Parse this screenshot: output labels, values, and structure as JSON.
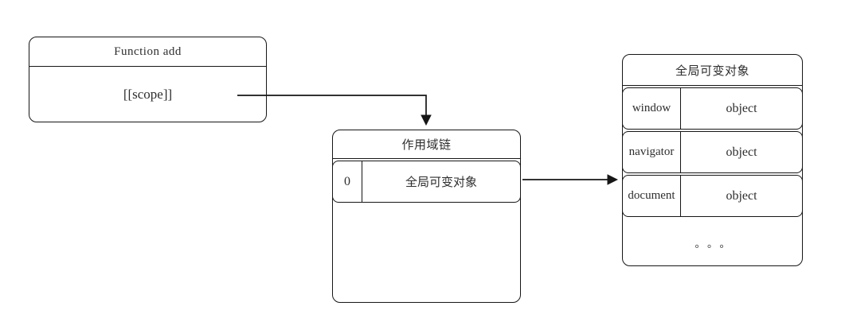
{
  "diagram": {
    "function_box": {
      "title": "Function add",
      "scope_property": "[[scope]]"
    },
    "scope_chain_box": {
      "title": "作用域链",
      "entries": [
        {
          "index": "0",
          "value": "全局可变对象"
        }
      ]
    },
    "global_variable_object_box": {
      "title": "全局可变对象",
      "entries": [
        {
          "key": "window",
          "value": "object"
        },
        {
          "key": "navigator",
          "value": "object"
        },
        {
          "key": "document",
          "value": "object"
        }
      ],
      "ellipsis": "。。。"
    },
    "colors": {
      "line": "#161616",
      "text": "#2e2e2e",
      "background": "#ffffff"
    }
  }
}
